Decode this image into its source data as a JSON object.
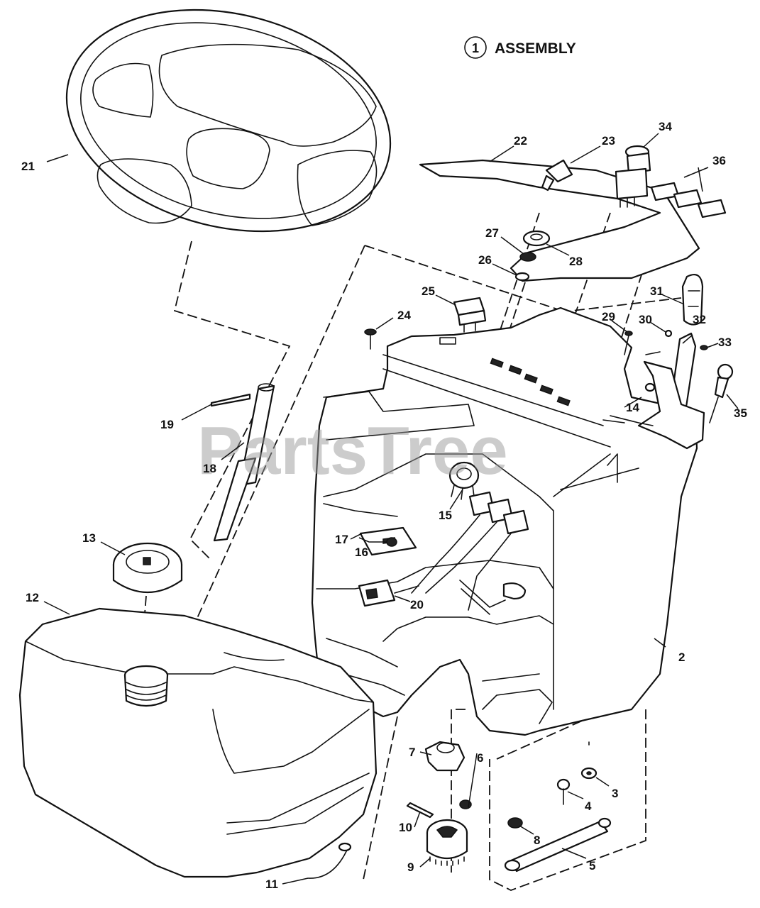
{
  "title": {
    "number": "1",
    "text": "ASSEMBLY"
  },
  "watermark": "PartsTree",
  "callouts": {
    "c1": "2",
    "c2": "3",
    "c3": "4",
    "c4": "5",
    "c5": "6",
    "c6": "7",
    "c7": "8",
    "c8": "9",
    "c9": "10",
    "c10": "11",
    "c11": "12",
    "c12": "13",
    "c13": "14",
    "c14": "15",
    "c15": "16",
    "c16": "17",
    "c17": "18",
    "c18": "19",
    "c19": "20",
    "c20": "21",
    "c21": "22",
    "c22": "23",
    "c23": "24",
    "c24": "25",
    "c25": "26",
    "c26": "27",
    "c27": "28",
    "c28": "29",
    "c29": "30",
    "c30": "31",
    "c31": "32",
    "c32": "33",
    "c33": "34",
    "c34": "35",
    "c35": "36"
  }
}
